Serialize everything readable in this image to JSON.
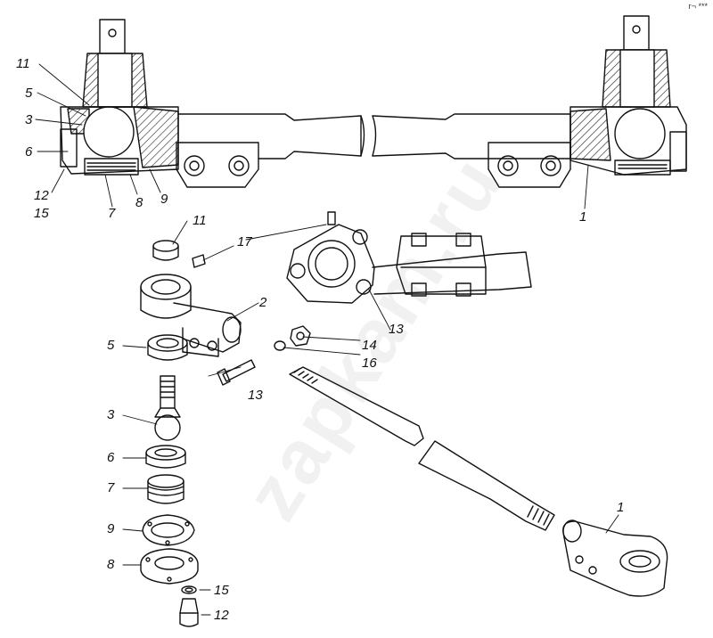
{
  "watermark": "zapkam.ru",
  "corner_mark": "г¬ ***",
  "labels": {
    "l11a": "11",
    "l5a": "5",
    "l3a": "3",
    "l6a": "6",
    "l12a": "12",
    "l15a": "15",
    "l7a": "7",
    "l8a": "8",
    "l9a": "9",
    "l1a": "1",
    "l11b": "11",
    "l17": "17",
    "l2": "2",
    "l13a": "13",
    "l14": "14",
    "l16": "16",
    "l5b": "5",
    "l13b": "13",
    "l3b": "3",
    "l6b": "6",
    "l7b": "7",
    "l9b": "9",
    "l8b": "8",
    "l15b": "15",
    "l12b": "12",
    "l1b": "1"
  }
}
